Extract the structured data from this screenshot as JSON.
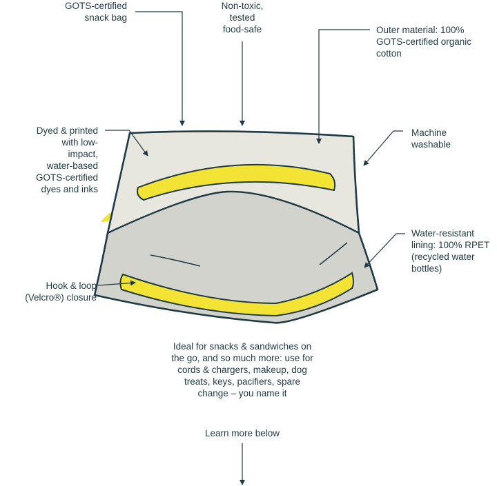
{
  "colors": {
    "ink": "#1f3a45",
    "outer_fabric": "#e8e7df",
    "inner_lining": "#d3d3cd",
    "velcro_yellow": "#f2e334"
  },
  "labels": {
    "snack_bag": [
      "GOTS-certified",
      "snack bag"
    ],
    "food_safe": [
      "Non-toxic,",
      "tested",
      "food-safe"
    ],
    "outer_material": [
      "Outer material: 100%",
      "GOTS-certified organic",
      "cotton"
    ],
    "dyed_printed": [
      "Dyed & printed",
      "with low-",
      "impact,",
      "water-based",
      "GOTS-certified",
      "dyes and inks"
    ],
    "machine_washable": [
      "Machine",
      "washable"
    ],
    "water_resistant": [
      "Water-resistant",
      "lining: 100% RPET",
      "(recycled water",
      "bottles)"
    ],
    "hook_loop": [
      "Hook & loop",
      "(Velcro®) closure"
    ]
  },
  "description": [
    "Ideal for snacks & sandwiches on",
    "the go, and so much more: use for",
    "cords & chargers, makeup, dog",
    "treats, keys, pacifiers, spare",
    "change – you name it"
  ],
  "learn_more": "Learn more below"
}
